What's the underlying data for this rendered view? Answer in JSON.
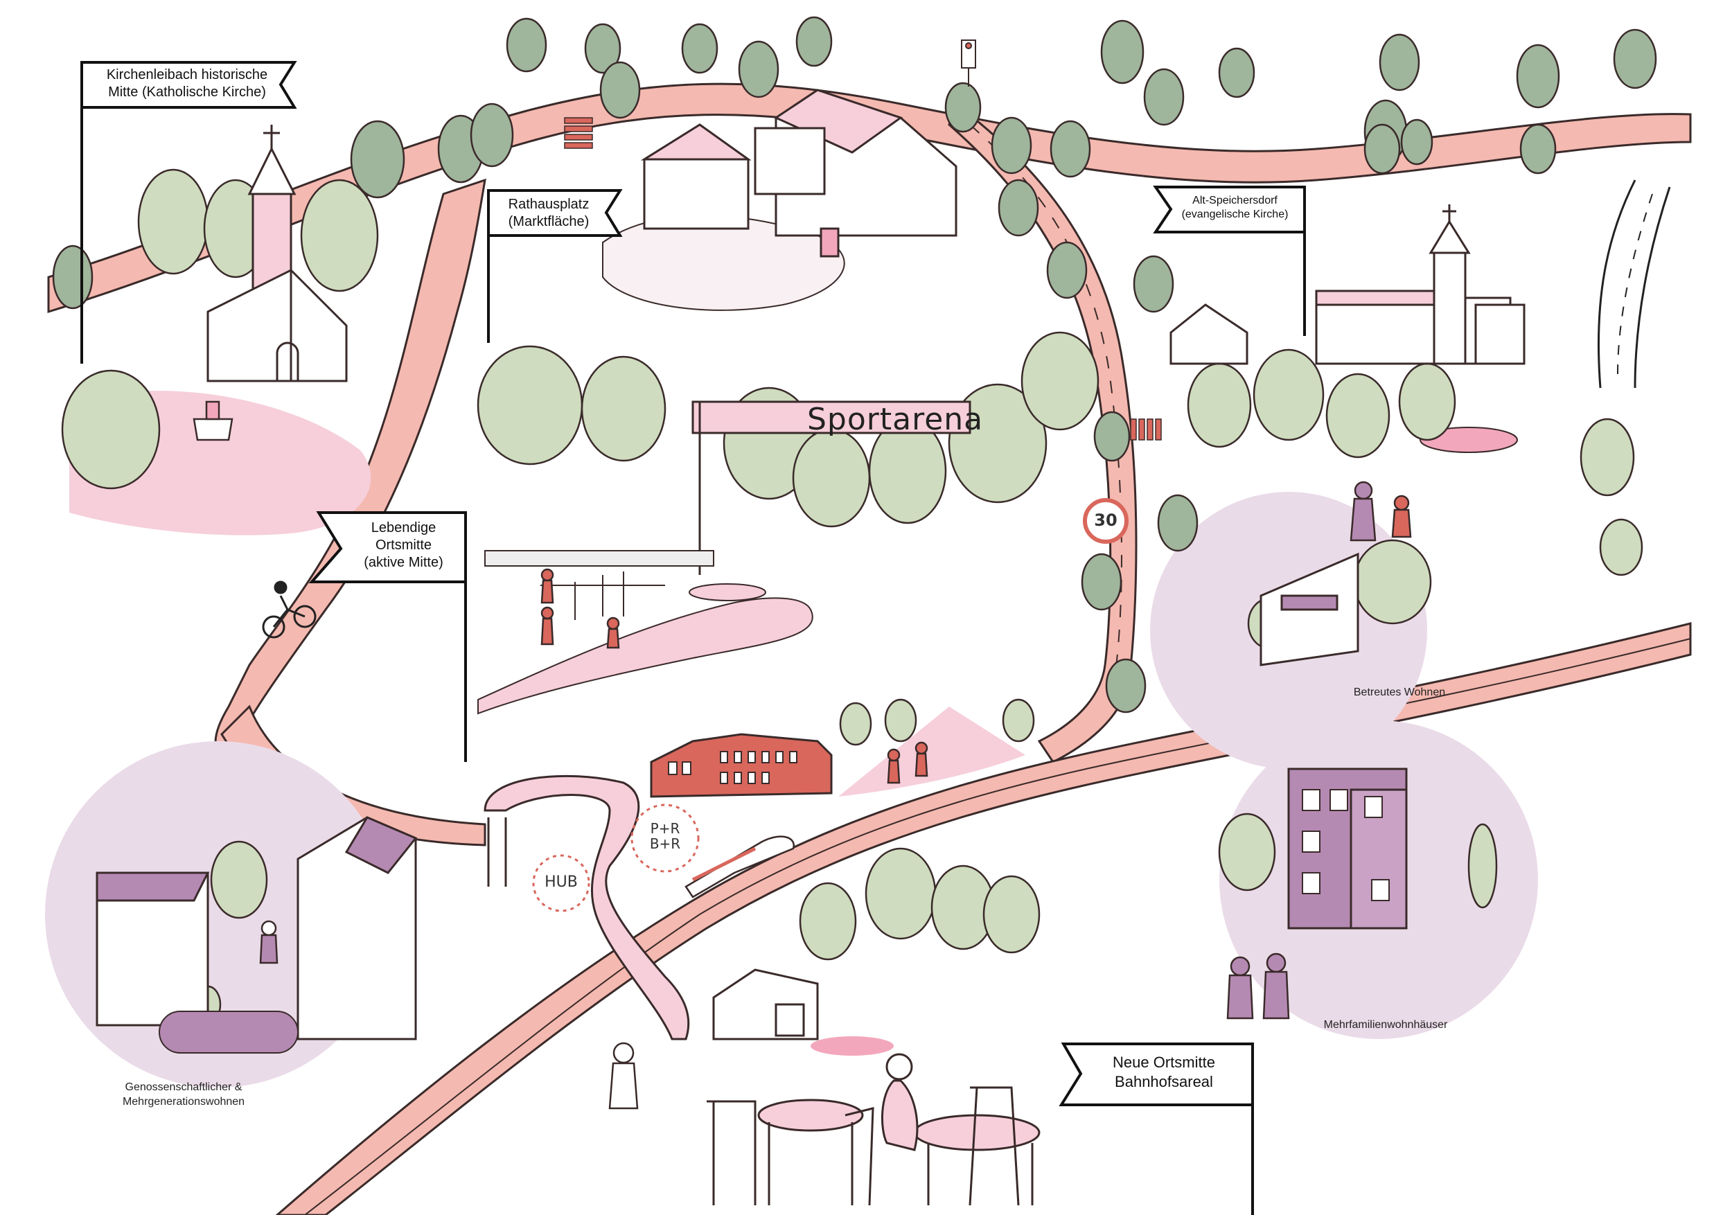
{
  "colors": {
    "road": "#f4b9b0",
    "road_stroke": "#3a2a2a",
    "pink_area": "#f6cfdb",
    "lilac_area": "#eadbe8",
    "purple_building": "#b58ab2",
    "red_building": "#d9675c",
    "tree_fill": "#cfdcbf",
    "tree_green": "#9fb59c",
    "ink": "#222222"
  },
  "flags": {
    "kirchenleibach": "Kirchenleibach historische\nMitte (Katholische Kirche)",
    "rathausplatz": "Rathausplatz\n(Marktfläche)",
    "alt_speichersdorf": "Alt-Speichersdorf\n(evangelische Kirche)",
    "lebendige": "Lebendige\nOrtsmitte\n(aktive Mitte)",
    "neue_ortsmitte": "Neue Ortsmitte\nBahnhofsareal"
  },
  "areas": {
    "sportarena": "Sportarena",
    "betreutes": "Betreutes Wohnen",
    "mehrfamilien": "Mehrfamilienwohnhäuser",
    "genossenschaft": "Genossenschaftlicher &\nMehrgenerationswohnen"
  },
  "icons": {
    "hub": "HUB",
    "park_ride": "P+R\nB+R",
    "speed_limit": "30"
  }
}
